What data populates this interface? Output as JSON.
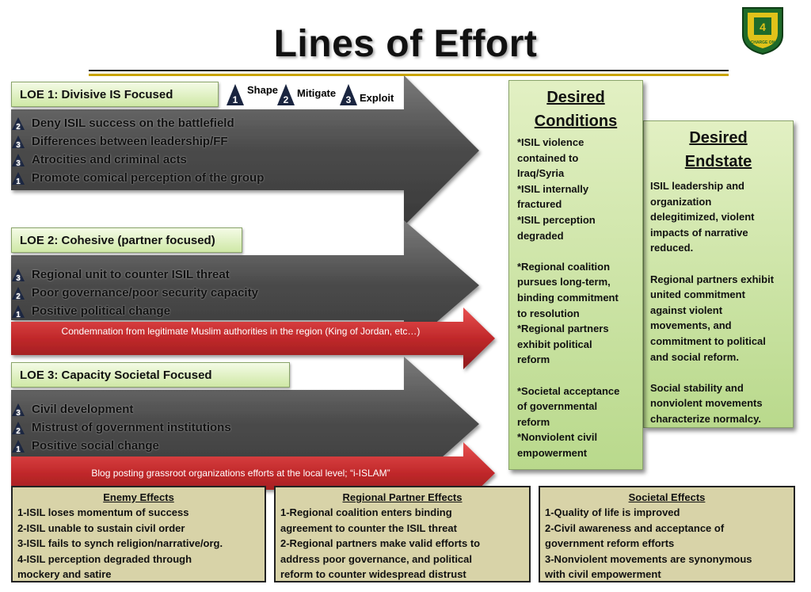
{
  "title": "Lines of Effort",
  "logo": {
    "icon": "unit-insignia-icon",
    "motto": "CHARGE ON"
  },
  "phases": [
    {
      "num": "1",
      "label": "Shape"
    },
    {
      "num": "2",
      "label": "Mitigate"
    },
    {
      "num": "3",
      "label": "Exploit"
    }
  ],
  "loes": [
    {
      "label": "LOE 1: Divisive IS Focused",
      "items": [
        {
          "num": "2",
          "text": "Deny ISIL success on the battlefield"
        },
        {
          "num": "3",
          "text": "Differences between leadership/FF"
        },
        {
          "num": "3",
          "text": "Atrocities and criminal acts"
        },
        {
          "num": "1",
          "text": "Promote comical perception of the group"
        }
      ]
    },
    {
      "label": "LOE 2: Cohesive (partner focused)",
      "items": [
        {
          "num": "3",
          "text": "Regional unit to counter ISIL threat"
        },
        {
          "num": "2",
          "text": "Poor governance/poor security capacity"
        },
        {
          "num": "1",
          "text": "Positive political change"
        }
      ],
      "banner": "Condemnation from legitimate Muslim authorities in the region (King of Jordan, etc…)"
    },
    {
      "label": "LOE 3: Capacity Societal Focused",
      "items": [
        {
          "num": "3",
          "text": "Civil development"
        },
        {
          "num": "2",
          "text": "Mistrust of government institutions"
        },
        {
          "num": "1",
          "text": "Positive social change"
        }
      ],
      "banner": "Blog posting grassroot  organizations  efforts at the local level; “i-ISLAM”"
    }
  ],
  "desired_conditions": {
    "heading": "Desired\nConditions",
    "body": "*ISIL violence\ncontained to\nIraq/Syria\n*ISIL internally\nfractured\n*ISIL perception\ndegraded\n\n*Regional coalition\npursues long-term,\nbinding commitment\nto resolution\n*Regional partners\nexhibit political\nreform\n\n*Societal acceptance\nof governmental\nreform\n*Nonviolent civil\nempowerment"
  },
  "desired_endstate": {
    "heading": "Desired\nEndstate",
    "body": "ISIL leadership and\norganization\ndelegitimized, violent\nimpacts of narrative\nreduced.\n\nRegional partners exhibit\nunited commitment\nagainst violent\nmovements, and\ncommitment to political\nand social reform.\n\nSocial stability and\nnonviolent movements\ncharacterize normalcy."
  },
  "effects": [
    {
      "heading": "Enemy Effects",
      "body": "1-ISIL loses momentum of success\n2-ISIL unable to sustain civil order\n3-ISIL fails to synch religion/narrative/org.\n4-ISIL perception degraded through\nmockery and satire"
    },
    {
      "heading": "Regional Partner Effects",
      "body": "1-Regional coalition enters binding\nagreement to counter the ISIL threat\n2-Regional partners make valid efforts to\naddress poor governance, and political\nreform to counter widespread distrust"
    },
    {
      "heading": "Societal Effects",
      "body": "1-Quality of life is improved\n2-Civil awareness and acceptance of\ngovernment reform efforts\n3-Nonviolent movements are synonymous\nwith civil empowerment"
    }
  ],
  "colors": {
    "arrow_gray": "#4a4a4a",
    "arrow_red": "#c0282a",
    "green_box": "#c8e3a0",
    "effect_box": "#d8d3a8",
    "title_rule_gold": "#c9a400"
  }
}
